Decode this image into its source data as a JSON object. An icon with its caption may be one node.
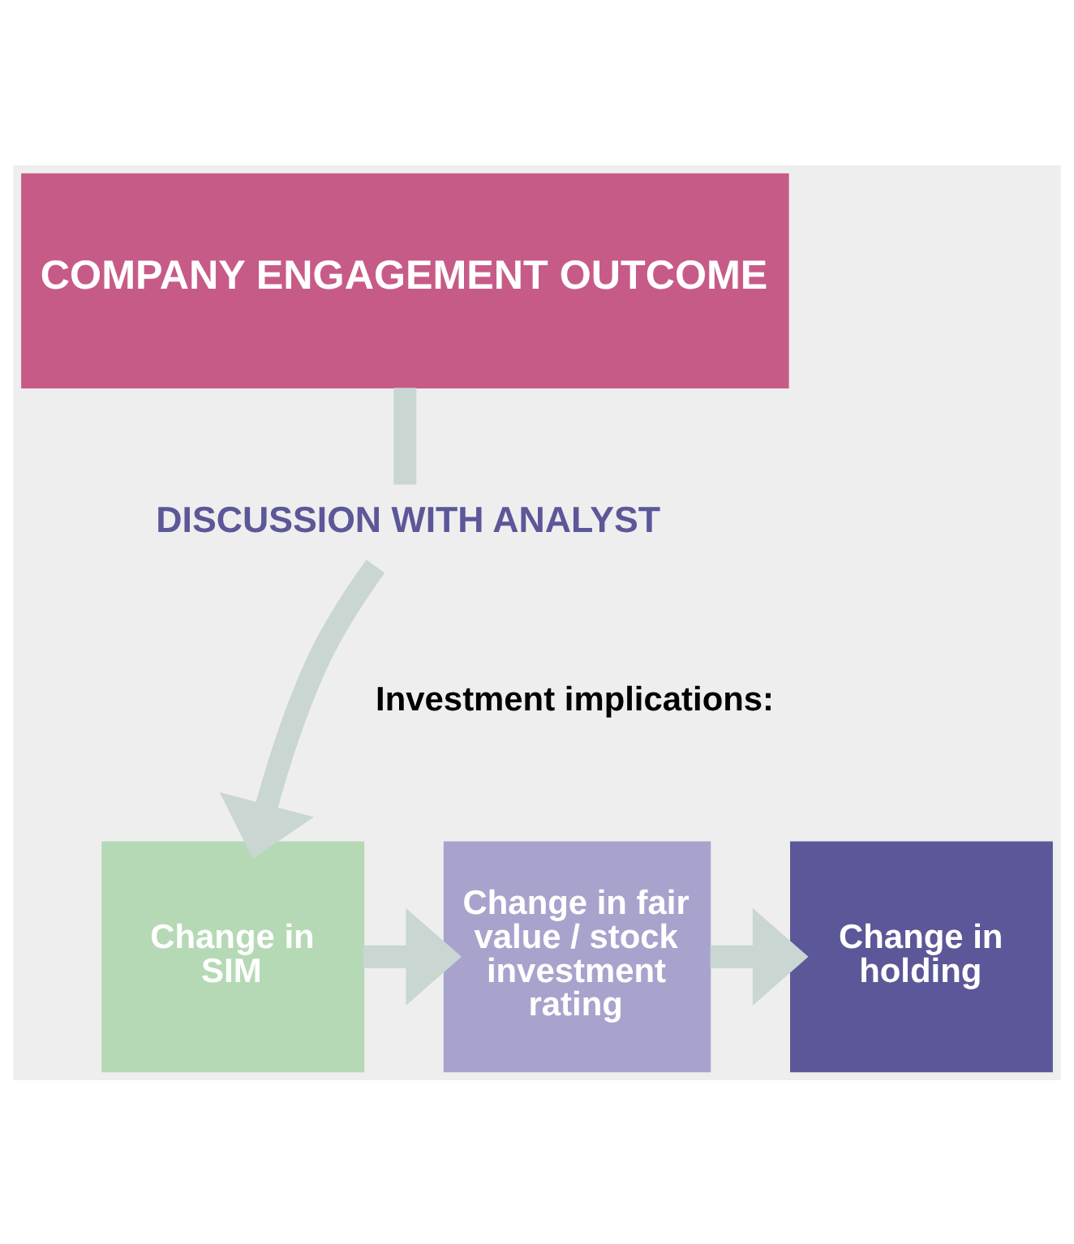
{
  "diagram": {
    "nodes": [
      {
        "text": [
          "COMPANY ENGAGEMENT OUTCOME"
        ]
      },
      {
        "text": [
          "DISCUSSION WITH ANALYST"
        ]
      },
      {
        "text": [
          "Change in SIM"
        ]
      },
      {
        "text": [
          "Change in fair value / stock investment rating"
        ]
      },
      {
        "text": [
          "Change in holding"
        ]
      }
    ],
    "edges": [
      {
        "from": 0,
        "to": 1,
        "arrow": "none"
      },
      {
        "from": 1,
        "to": 2,
        "arrow": "to"
      },
      {
        "from": 2,
        "to": 3,
        "arrow": "to"
      },
      {
        "from": 3,
        "to": 4,
        "arrow": "to"
      }
    ],
    "labels": [
      "Investment implications:"
    ]
  }
}
